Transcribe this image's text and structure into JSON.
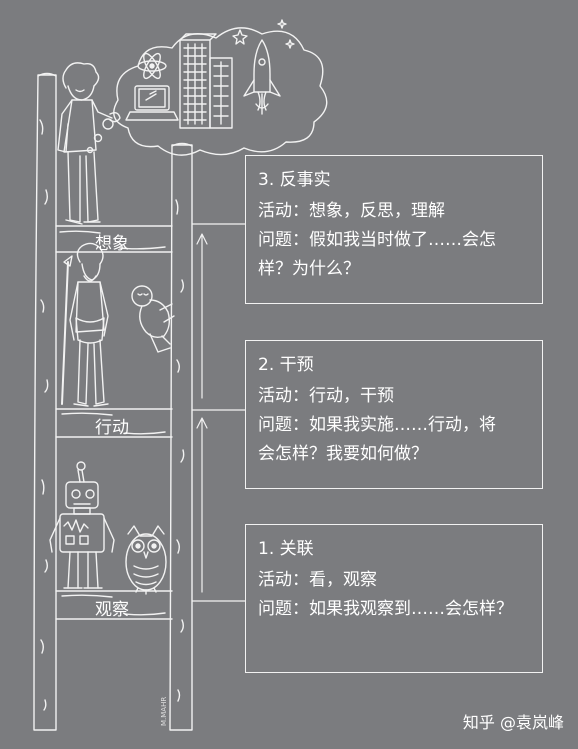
{
  "levels": [
    {
      "rung_label": "想象",
      "title": "3. 反事实",
      "activity": "活动：想象，反思，理解",
      "question_line1": "问题：假如我当时做了……会怎",
      "question_line2": "样？为什么？"
    },
    {
      "rung_label": "行动",
      "title": "2. 干预",
      "activity": "活动：行动，干预",
      "question_line1": "问题：如果我实施……行动，将",
      "question_line2": "会怎样？我要如何做？"
    },
    {
      "rung_label": "观察",
      "title": "1. 关联",
      "activity": "活动：看，观察",
      "question_line1": "问题：如果我观察到……会怎样？",
      "question_line2": ""
    }
  ],
  "artist_signature": "M.MAHR",
  "watermark": "知乎 @袁岚峰",
  "icons": [
    "atom-icon",
    "laptop-icon",
    "city-buildings-icon",
    "rocket-icon",
    "thought-cloud-icon",
    "einstein-figure",
    "caveman-figure",
    "baby-figure",
    "robot-figure",
    "owl-figure"
  ],
  "colors": {
    "background": "#7b7c7f",
    "line": "#f2f2f2"
  }
}
